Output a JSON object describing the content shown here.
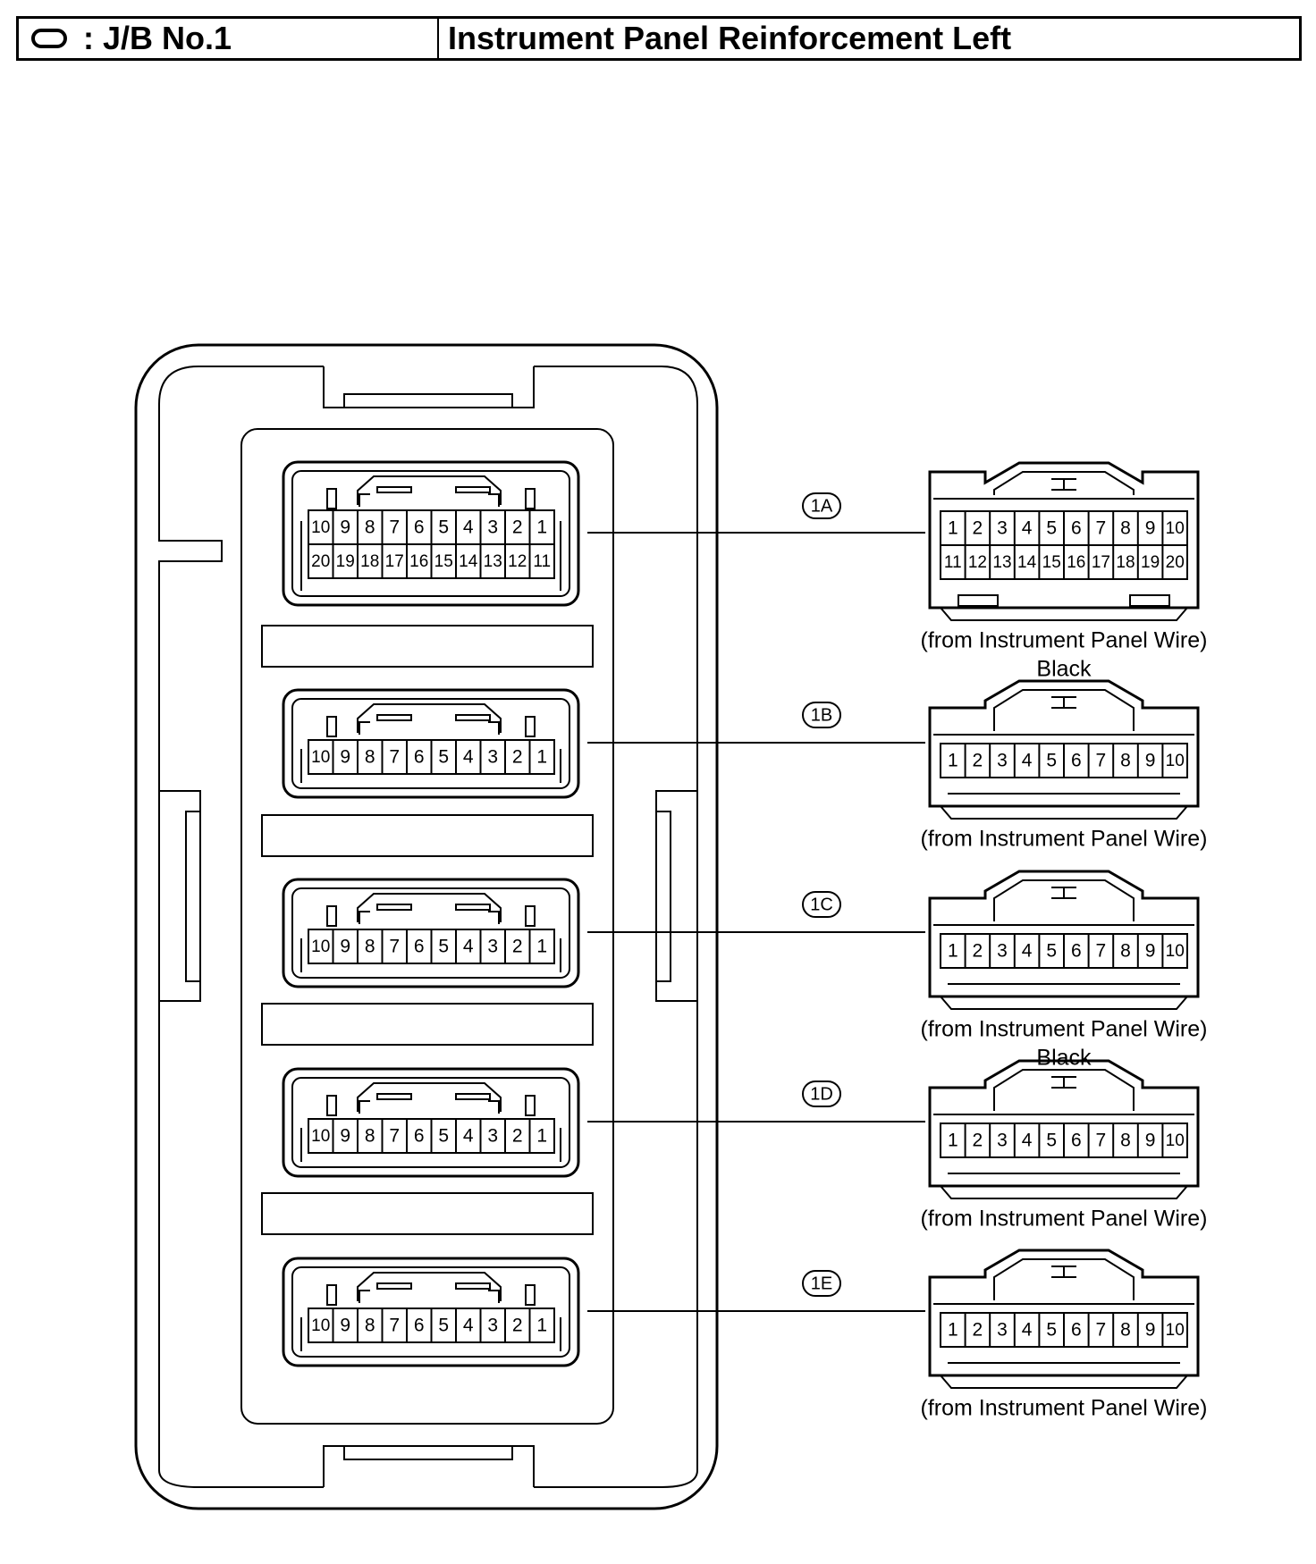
{
  "header": {
    "symbol": "oval-symbol",
    "junction_block": ": J/B No.1",
    "location": "Instrument Panel Reinforcement Left"
  },
  "connectors": [
    {
      "id": "1A",
      "label": "1A",
      "pins_top": [
        "10",
        "9",
        "8",
        "7",
        "6",
        "5",
        "4",
        "3",
        "2",
        "1"
      ],
      "pins_bottom": [
        "20",
        "19",
        "18",
        "17",
        "16",
        "15",
        "14",
        "13",
        "12",
        "11"
      ],
      "mate_pins_top": [
        "1",
        "2",
        "3",
        "4",
        "5",
        "6",
        "7",
        "8",
        "9",
        "10"
      ],
      "mate_pins_bottom": [
        "11",
        "12",
        "13",
        "14",
        "15",
        "16",
        "17",
        "18",
        "19",
        "20"
      ],
      "source": "(from Instrument Panel Wire)",
      "color": "Black"
    },
    {
      "id": "1B",
      "label": "1B",
      "pins_top": [
        "10",
        "9",
        "8",
        "7",
        "6",
        "5",
        "4",
        "3",
        "2",
        "1"
      ],
      "mate_pins_top": [
        "1",
        "2",
        "3",
        "4",
        "5",
        "6",
        "7",
        "8",
        "9",
        "10"
      ],
      "source": "(from Instrument Panel Wire)",
      "color": ""
    },
    {
      "id": "1C",
      "label": "1C",
      "pins_top": [
        "10",
        "9",
        "8",
        "7",
        "6",
        "5",
        "4",
        "3",
        "2",
        "1"
      ],
      "mate_pins_top": [
        "1",
        "2",
        "3",
        "4",
        "5",
        "6",
        "7",
        "8",
        "9",
        "10"
      ],
      "source": "(from Instrument Panel Wire)",
      "color": "Black"
    },
    {
      "id": "1D",
      "label": "1D",
      "pins_top": [
        "10",
        "9",
        "8",
        "7",
        "6",
        "5",
        "4",
        "3",
        "2",
        "1"
      ],
      "mate_pins_top": [
        "1",
        "2",
        "3",
        "4",
        "5",
        "6",
        "7",
        "8",
        "9",
        "10"
      ],
      "source": "(from Instrument Panel Wire)",
      "color": ""
    },
    {
      "id": "1E",
      "label": "1E",
      "pins_top": [
        "10",
        "9",
        "8",
        "7",
        "6",
        "5",
        "4",
        "3",
        "2",
        "1"
      ],
      "mate_pins_top": [
        "1",
        "2",
        "3",
        "4",
        "5",
        "6",
        "7",
        "8",
        "9",
        "10"
      ],
      "source": "(from Instrument Panel Wire)",
      "color": ""
    }
  ]
}
